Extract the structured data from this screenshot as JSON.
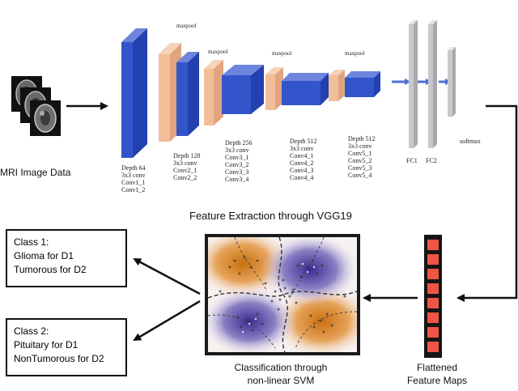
{
  "input": {
    "label": "MRI Image Data"
  },
  "vgg": {
    "caption": "Feature Extraction through VGG19",
    "maxpool_labels": [
      "maxpool",
      "maxpool",
      "maxpool",
      "maxpool"
    ],
    "blocks": [
      {
        "depth": "Depth 64",
        "conv": "3x3 conv",
        "layers": [
          "Conv1_1",
          "Conv1_2"
        ]
      },
      {
        "depth": "Depth 128",
        "conv": "3x3 conv",
        "layers": [
          "Conv2_1",
          "Conv2_2"
        ]
      },
      {
        "depth": "Depth 256",
        "conv": "3x3 conv",
        "layers": [
          "Conv3_1",
          "Conv3_2",
          "Conv3_3",
          "Conv3_4"
        ]
      },
      {
        "depth": "Depth 512",
        "conv": "3x3 conv",
        "layers": [
          "Conv4_1",
          "Conv4_2",
          "Conv4_3",
          "Conv4_4"
        ]
      },
      {
        "depth": "Depth 512",
        "conv": "3x3 conv",
        "layers": [
          "Conv5_1",
          "Conv5_2",
          "Conv5_3",
          "Conv5_4"
        ]
      }
    ],
    "fc": [
      "FC1",
      "FC2"
    ],
    "softmax": "softmax"
  },
  "flattened": {
    "line1": "Flattened",
    "line2": "Feature Maps"
  },
  "svm": {
    "line1": "Classification through",
    "line2": "non-linear SVM"
  },
  "class1": {
    "title": "Class 1:",
    "line1": "Glioma for D1",
    "line2": "Tumorous for D2"
  },
  "class2": {
    "title": "Class 2:",
    "line1": "Pituitary for D1",
    "line2": "NonTumorous for D2"
  },
  "colors": {
    "conv": "#3355cc",
    "pool": "#f2bd99",
    "fc": "#c8c8cc",
    "feature": "#ee5544",
    "svm_orange": "#d9881f",
    "svm_purple": "#5a4aa6"
  }
}
